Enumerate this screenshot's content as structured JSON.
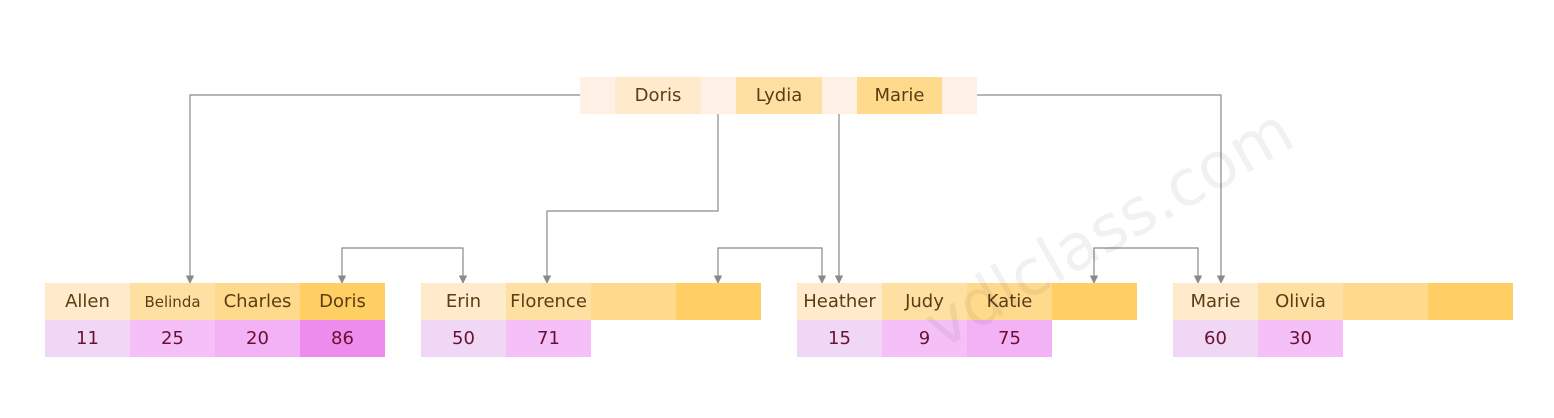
{
  "root": {
    "keys": [
      "Doris",
      "Lydia",
      "Marie"
    ]
  },
  "leaves": [
    {
      "keys": [
        "Allen",
        "Belinda",
        "Charles",
        "Doris"
      ],
      "values": [
        "11",
        "25",
        "20",
        "86"
      ]
    },
    {
      "keys": [
        "Erin",
        "Florence",
        "",
        ""
      ],
      "values": [
        "50",
        "71"
      ]
    },
    {
      "keys": [
        "Heather",
        "Judy",
        "Katie",
        ""
      ],
      "values": [
        "15",
        "9",
        "75"
      ]
    },
    {
      "keys": [
        "Marie",
        "Olivia",
        "",
        ""
      ],
      "values": [
        "60",
        "30"
      ]
    }
  ],
  "watermark": "vdlclass.com",
  "colors": {
    "root_pointer": "#fef0e4",
    "key_shades": [
      "#ffeacb",
      "#ffe0a3",
      "#ffda8c",
      "#ffcf63"
    ],
    "value_shades": [
      "#f0d7f5",
      "#f5c0f7",
      "#f2b2f5",
      "#ee8ced"
    ],
    "wire": "#8a8a8a"
  }
}
